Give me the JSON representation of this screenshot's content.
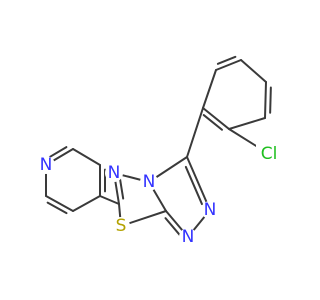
{
  "colors": {
    "bond": "#3a3a3a",
    "nitrogen": "#3333ff",
    "sulfur": "#b3a200",
    "chlorine": "#1fbf1f",
    "background": "#ffffff"
  },
  "atoms": {
    "n_pyridine": "N",
    "n_fused_top": "N",
    "n_bridge": "N",
    "n_right_1": "N",
    "n_right_2": "N",
    "s_thiadiazole": "S",
    "cl_substituent": "Cl"
  }
}
